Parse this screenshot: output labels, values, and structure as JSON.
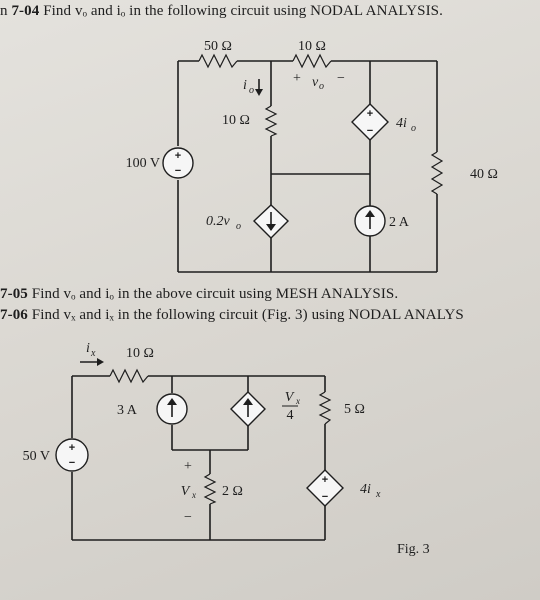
{
  "problems": {
    "p1": {
      "number": "7-04",
      "prefix": "n ",
      "text": " Find vₒ and iₒ in the following circuit using NODAL ANALYSIS."
    },
    "p2": {
      "number": "7-05",
      "text": " Find vₒ and iₒ in the above circuit using MESH ANALYSIS."
    },
    "p3": {
      "number": "7-06",
      "text": " Find vₓ and iₓ in the following circuit (Fig. 3) using NODAL ANALYS"
    }
  },
  "circuit1": {
    "r_top_left": "50 Ω",
    "r_top_right": "10 Ω",
    "r_middle": "10 Ω",
    "r_right": "40 Ω",
    "voltage_source": "100 V",
    "io_label": "i",
    "io_sub": "o",
    "vo_label": "v",
    "vo_sub": "o",
    "vo_plus": "+",
    "vo_minus": "−",
    "dep_current_label": "0.2v",
    "dep_current_sub": "o",
    "dep_voltage_label": "4i",
    "dep_voltage_sub": "o",
    "current_source": "2 A"
  },
  "circuit2": {
    "r_top": "10 Ω",
    "r_middle": "2 Ω",
    "r_right": "5 Ω",
    "voltage_source": "50 V",
    "current_source": "3 A",
    "ix_label": "i",
    "ix_sub": "x",
    "vx_label": "V",
    "vx_sub": "x",
    "vx_plus": "+",
    "vx_minus": "−",
    "dep_current_num": "V",
    "dep_current_num_sub": "x",
    "dep_current_den": "4",
    "dep_voltage_label": "4i",
    "dep_voltage_sub": "x",
    "fig_label": "Fig. 3"
  },
  "signs": {
    "plus": "+",
    "minus": "−"
  }
}
